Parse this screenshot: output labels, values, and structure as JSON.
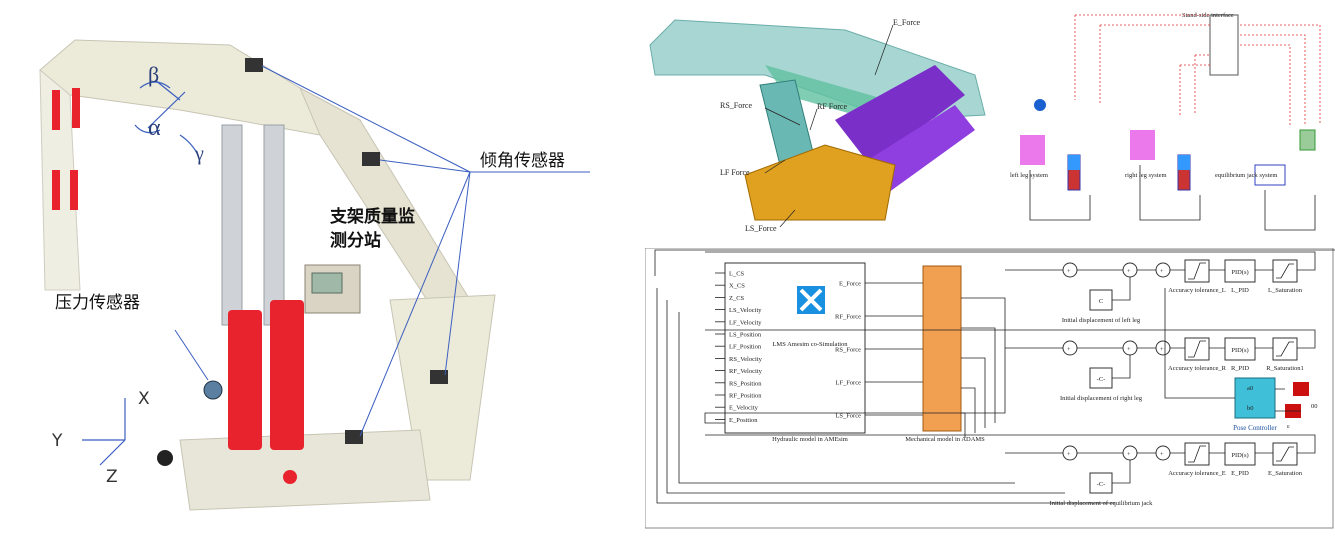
{
  "left": {
    "labels": {
      "tilt_sensor": "倾角传感器",
      "station_line1": "支架质量监",
      "station_line2": "测分站",
      "pressure_sensor": "压力传感器",
      "beta": "β",
      "alpha": "α",
      "gamma": "γ",
      "axis_x": "X",
      "axis_y": "Y",
      "axis_z": "Z"
    },
    "colors": {
      "cylinder": "#e8232e",
      "frame": "#ece9dc",
      "leader": "#3b5fc0"
    }
  },
  "topmid": {
    "labels": {
      "e_force": "E_Force",
      "rs_force": "RS_Force",
      "rf_force": "RF Force",
      "lf_force": "LF Force",
      "ls_force": "LS_Force"
    },
    "colors": {
      "canopy": "#6ab8b4",
      "cylinders": "#7b2fc9",
      "base": "#e0a020"
    }
  },
  "topright": {
    "labels": {
      "header": "Stand-side interface",
      "left_leg_system": "left leg system",
      "right_leg_system": "right leg system",
      "equilibrium_system": "equilibrium jack system"
    },
    "colors": {
      "signal": "#e03030",
      "hydraulic": "#3040c0",
      "valve": "#e020e0"
    }
  },
  "bottom": {
    "amesim_inputs": [
      "L_CS",
      "X_CS",
      "Z_CS",
      "LS_Velocity",
      "LF_Velocity",
      "LS_Position",
      "LF_Position",
      "RS_Velocity",
      "RF_Velocity",
      "RS_Position",
      "RF_Position",
      "E_Velocity",
      "E_Position"
    ],
    "amesim_center": "LMS Amesim co-Simulation",
    "amesim_caption": "Hydraulic model in AMEsim",
    "adams_outputs": [
      "E_Force",
      "RF_Force",
      "RS_Force",
      "LF_Force",
      "LS_Force"
    ],
    "adams_caption": "Mechanical model in ADAMS",
    "rows": [
      {
        "const": "C",
        "const_label": "Initial displacement of left leg",
        "tol": "Accuracy tolerance_L",
        "pid": "PID(s)",
        "pid_label": "L_PID",
        "sat_label": "L_Saturation"
      },
      {
        "const": "-C-",
        "const_label": "Initial displacement of right leg",
        "tol": "Accuracy tolerance_R",
        "pid": "PID(s)",
        "pid_label": "R_PID",
        "sat_label": "R_Saturation1"
      },
      {
        "const": "-C-",
        "const_label": "Initial displacement of equilibrium jack",
        "tol": "Accuracy tolerance_E",
        "pid": "PID(s)",
        "pid_label": "E_PID",
        "sat_label": "E_Saturation"
      }
    ],
    "pose_controller": "Pose Controller",
    "pose_a": "a0",
    "pose_b": "b0",
    "red_const1_label": "00",
    "red_const2_label": "ε",
    "sum_plus": "+",
    "sum_minus": "-",
    "colors": {
      "adams_block": "#f0a050",
      "pose_block": "#40c0d8",
      "red_const": "#cc1010",
      "amesim_icon": "#1a90e0"
    }
  }
}
